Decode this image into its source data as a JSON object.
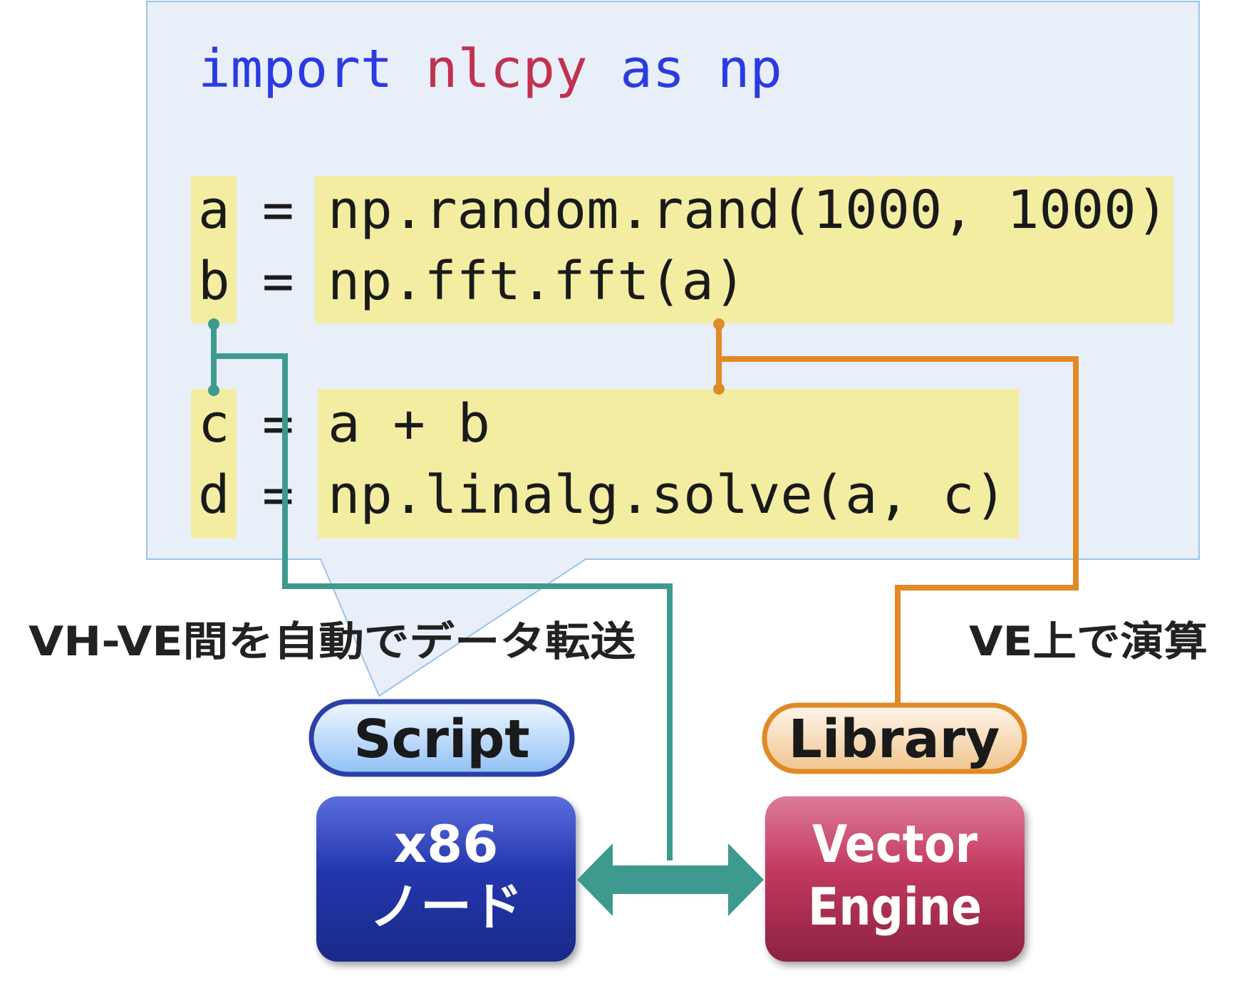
{
  "code": {
    "import_keyword": "import",
    "module_name": "nlcpy",
    "as_keyword": "as",
    "alias": "np",
    "lines": [
      {
        "var": "a",
        "op": "=",
        "expr": "np.random.rand(1000, 1000)"
      },
      {
        "var": "b",
        "op": "=",
        "expr": "np.fft.fft(a)"
      },
      {
        "var": "c",
        "op": "=",
        "expr": "a + b"
      },
      {
        "var": "d",
        "op": "=",
        "expr": "np.linalg.solve(a, c)"
      }
    ]
  },
  "callouts": {
    "transfer": "VH-VE間を自動でデータ転送",
    "compute": "VE上で演算"
  },
  "badges": {
    "script": "Script",
    "library": "Library"
  },
  "nodes": {
    "host_line1": "x86",
    "host_line2": "ノード",
    "ve_line1": "Vector",
    "ve_line2": "Engine"
  },
  "colors": {
    "keyword": "#2b3be0",
    "module": "#c0324f",
    "code_text": "#1a1a1a",
    "highlight": "#f3eda2",
    "panel_bg": "#e8eff9",
    "panel_border": "#9cc3e6",
    "teal_connector": "#3e9a8e",
    "orange_connector": "#e08a26",
    "host_node": "#2233a8",
    "ve_node": "#b5375a"
  }
}
